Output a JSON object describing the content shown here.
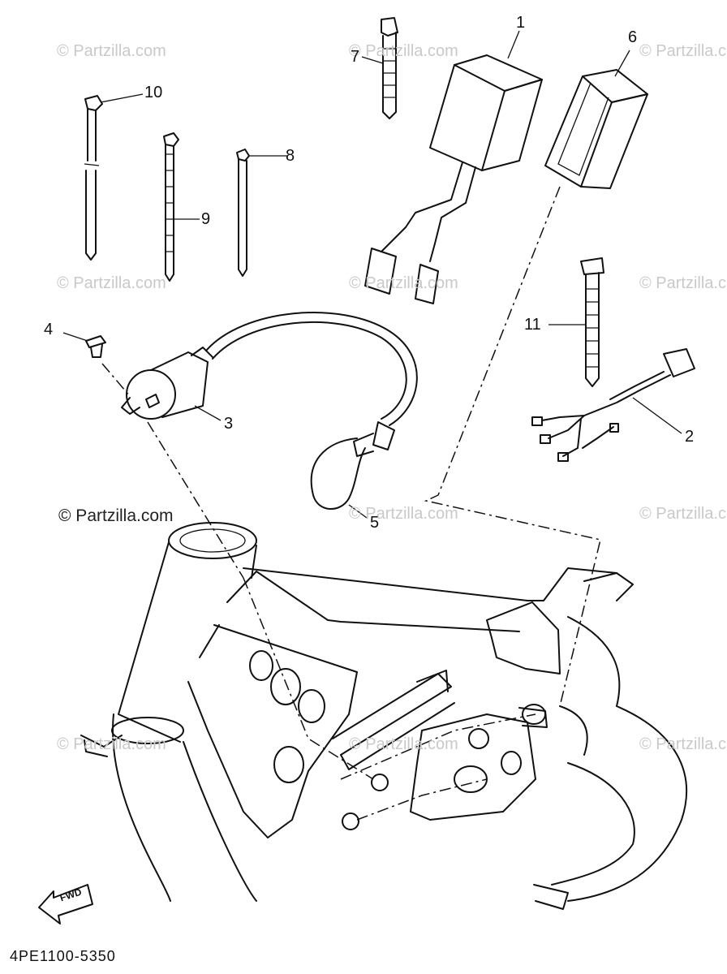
{
  "watermarks": {
    "text": "© Partzilla.com",
    "prominent": "© Partzilla.com"
  },
  "callouts": [
    {
      "id": "1",
      "label": "1"
    },
    {
      "id": "2",
      "label": "2"
    },
    {
      "id": "3",
      "label": "3"
    },
    {
      "id": "4",
      "label": "4"
    },
    {
      "id": "5",
      "label": "5"
    },
    {
      "id": "6",
      "label": "6"
    },
    {
      "id": "7",
      "label": "7"
    },
    {
      "id": "8",
      "label": "8"
    },
    {
      "id": "9",
      "label": "9"
    },
    {
      "id": "10",
      "label": "10"
    },
    {
      "id": "11",
      "label": "11"
    }
  ],
  "direction_arrow": {
    "label": "FWD"
  },
  "document_id": "4PE1100-5350"
}
